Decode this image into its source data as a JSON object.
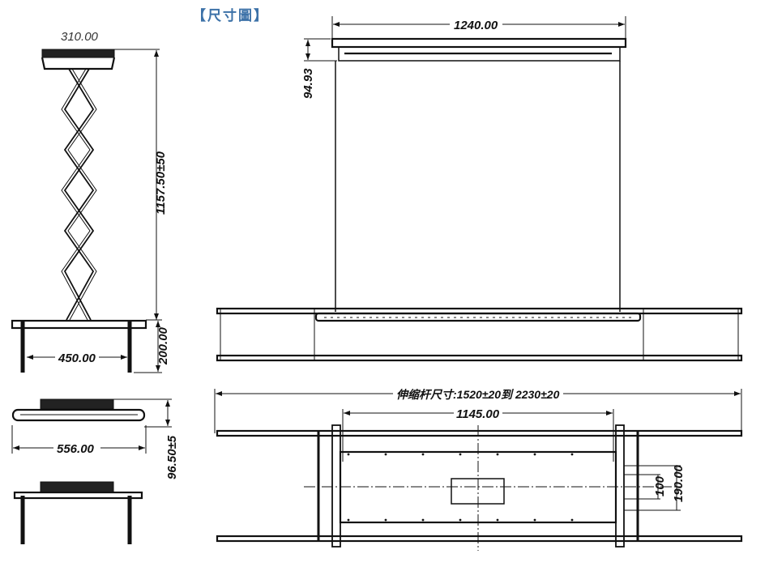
{
  "title": "【尺寸圖】",
  "side_view": {
    "top_width": "310.00",
    "height": "1157.50±50",
    "leg_height": "200.00",
    "leg_span": "450.00"
  },
  "folded_view": {
    "width": "556.00",
    "height": "96.50±5"
  },
  "front_view": {
    "width": "1240.00",
    "box_height": "94.93"
  },
  "plan_view": {
    "rod_range": "伸缩杆尺寸:1520±20到 2230±20",
    "inner_width": "1145.00",
    "spacing_small": "100",
    "spacing_large": "190.00"
  }
}
